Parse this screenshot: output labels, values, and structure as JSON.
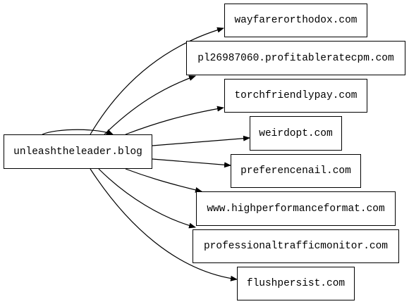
{
  "graph": {
    "source": "unleashtheleader.blog",
    "targets": [
      "wayfarerorthodox.com",
      "pl26987060.profitableratecpm.com",
      "torchfriendlypay.com",
      "weirdopt.com",
      "preferencenail.com",
      "www.highperformanceformat.com",
      "professionaltrafficmonitor.com",
      "flushpersist.com"
    ],
    "self_loop": true,
    "edge_color": "#000000",
    "node_border_color": "#000000",
    "background": "#ffffff"
  }
}
